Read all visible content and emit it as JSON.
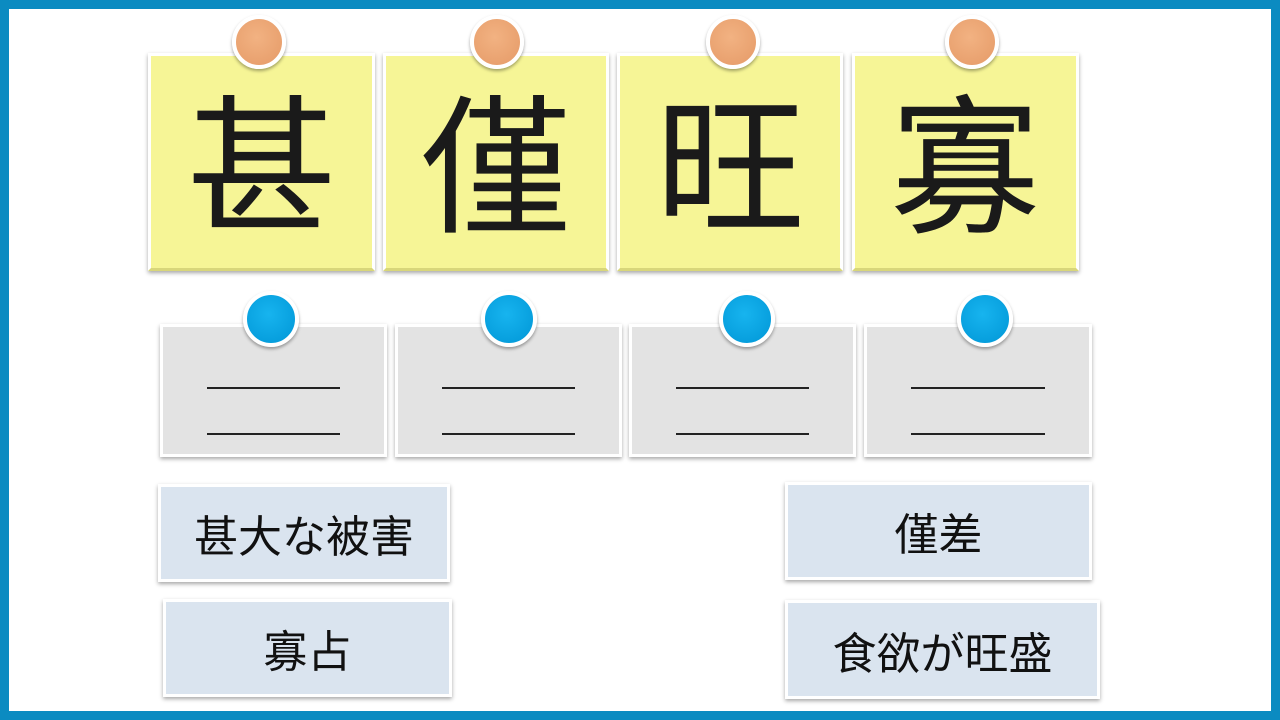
{
  "kanji_cards": [
    {
      "char": "甚"
    },
    {
      "char": "僅"
    },
    {
      "char": "旺"
    },
    {
      "char": "寡"
    }
  ],
  "answer_cards": [
    {
      "text": "甚大な被害"
    },
    {
      "text": "寡占"
    },
    {
      "text": "僅差"
    },
    {
      "text": "食欲が旺盛"
    }
  ],
  "colors": {
    "frame": "#0b8bc1",
    "kanji_card": "#f6f596",
    "blank_card": "#e3e3e3",
    "answer_card": "#dae4ef",
    "orange_pin": "#e9a573",
    "blue_pin": "#00a2e0"
  }
}
